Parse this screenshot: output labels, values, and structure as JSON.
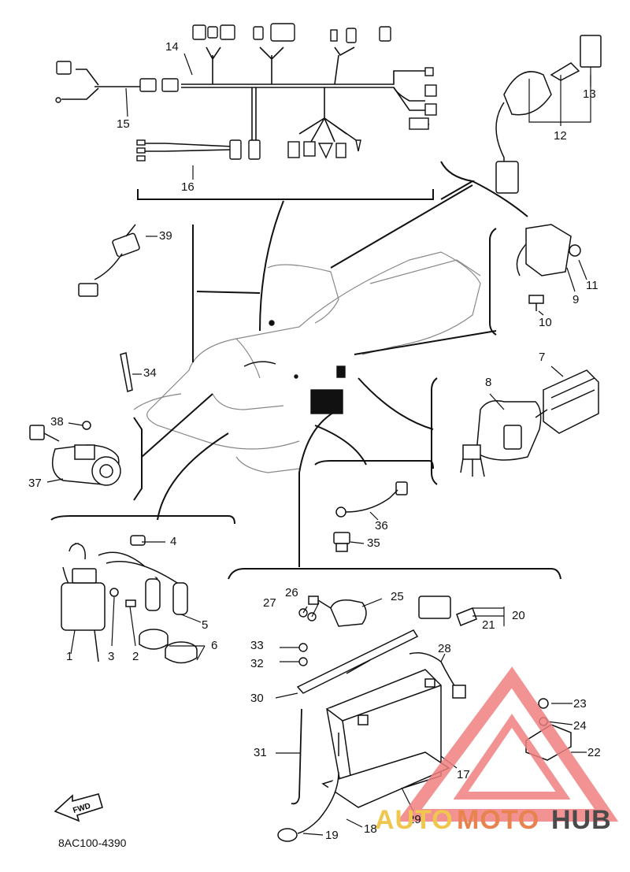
{
  "diagram": {
    "part_number": "8AC100-4390",
    "fwd_label": "FWD",
    "callouts": [
      "1",
      "2",
      "3",
      "4",
      "5",
      "6",
      "7",
      "8",
      "9",
      "10",
      "11",
      "12",
      "13",
      "14",
      "15",
      "16",
      "17",
      "18",
      "19",
      "20",
      "21",
      "22",
      "23",
      "24",
      "25",
      "26",
      "27",
      "28",
      "29",
      "30",
      "31",
      "32",
      "33",
      "34",
      "35",
      "36",
      "37",
      "38",
      "39"
    ]
  },
  "watermark": {
    "part1": "AUTO",
    "part2": "MOTO",
    "part3": "HUB",
    "colors": {
      "auto": "#f0c74e",
      "moto": "#e8834f",
      "hub": "#4a4a4a",
      "triangle": "#f08080"
    }
  }
}
